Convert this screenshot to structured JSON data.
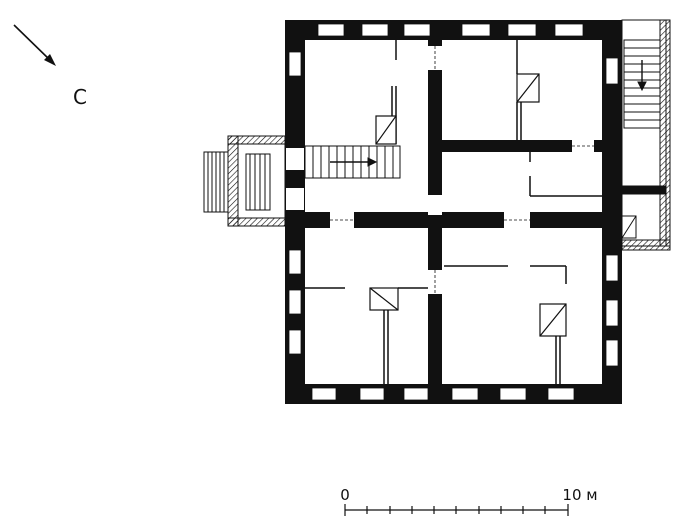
{
  "compass": {
    "label": "С"
  },
  "scale_bar": {
    "start_label": "0",
    "end_label": "10 м"
  }
}
